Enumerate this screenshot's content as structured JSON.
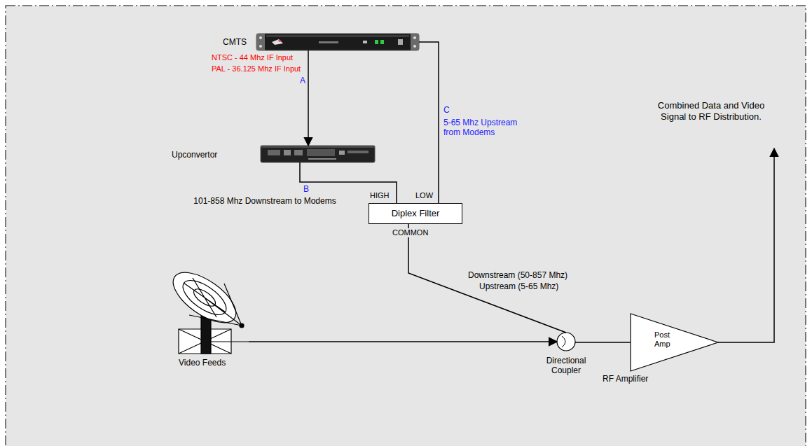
{
  "diagram": {
    "nodes": [
      {
        "text": [
          "CMTS"
        ]
      },
      {
        "text": [
          "Upconvertor"
        ]
      },
      {
        "text": [
          "Diplex Filter"
        ]
      },
      {
        "text": [
          "Video Feeds"
        ]
      },
      {
        "text": [
          "Directional Coupler"
        ]
      },
      {
        "text": [
          "Post Amp",
          "RF Amplifier"
        ]
      }
    ],
    "edges": [
      {
        "from": 0,
        "to": 1,
        "arrow": "to"
      },
      {
        "from": 1,
        "to": 2,
        "arrow": "none"
      },
      {
        "from": 0,
        "to": 2,
        "arrow": "none"
      },
      {
        "from": 2,
        "to": 4,
        "arrow": "none"
      },
      {
        "from": 3,
        "to": 4,
        "arrow": "to"
      },
      {
        "from": 4,
        "to": 5,
        "arrow": "none"
      }
    ],
    "labels": [
      "NTSC - 44 Mhz IF Input",
      "PAL - 36.125 Mhz IF Input",
      "A",
      "B",
      "101-858 Mhz Downstream to Modems",
      "C",
      "5-65 Mhz Upstream from Modems",
      "HIGH",
      "LOW",
      "COMMON",
      "Downstream (50-857 Mhz)",
      "Upstream (5-65 Mhz)",
      "Combined Data and Video Signal to RF Distribution."
    ]
  }
}
